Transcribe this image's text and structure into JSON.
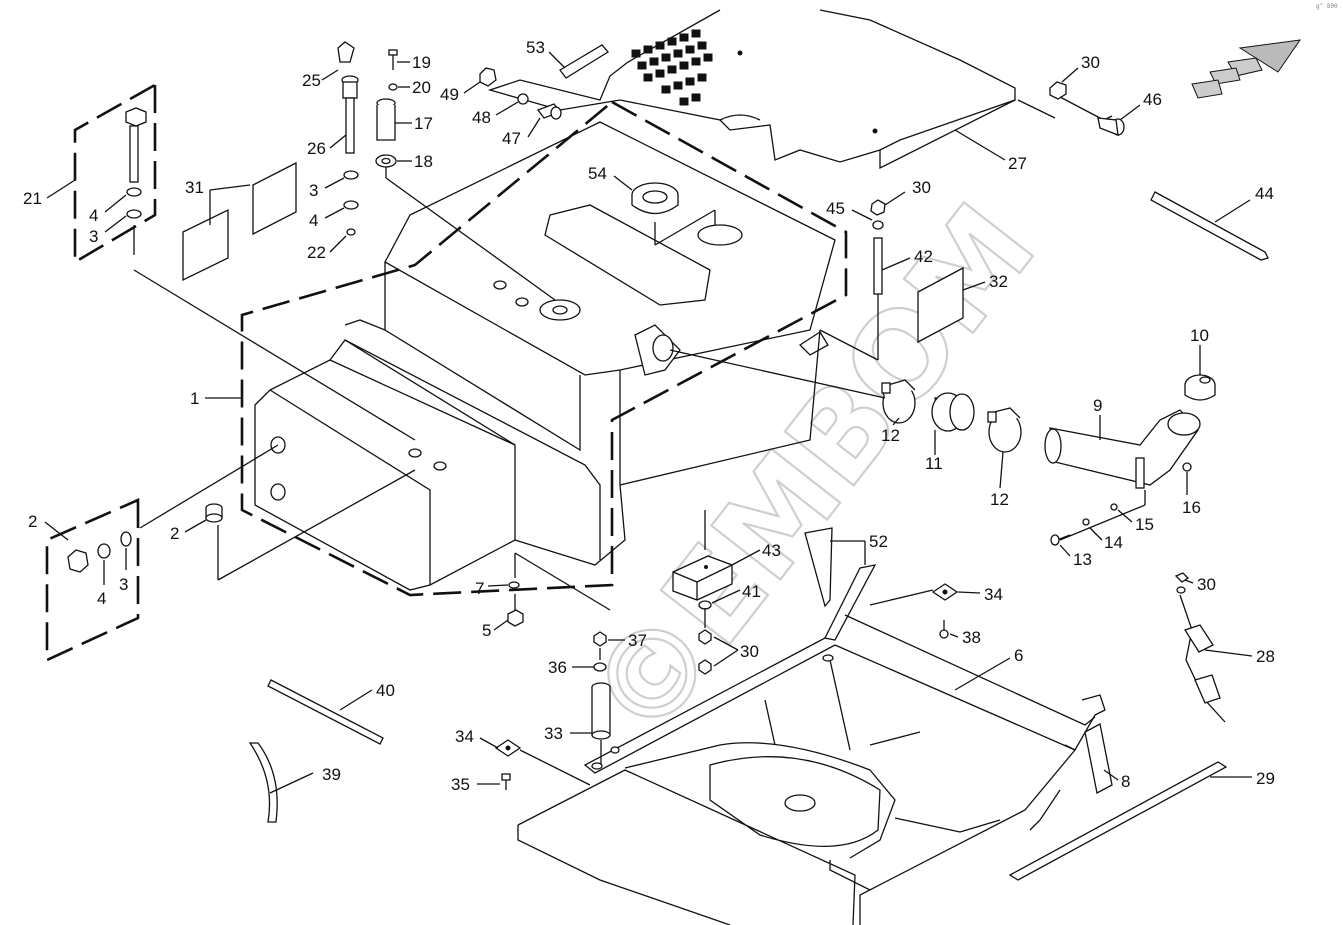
{
  "watermark": "©EMBOM",
  "corner_code": "g^ 800",
  "callouts": {
    "c1": "1",
    "c2a": "2",
    "c2b": "2",
    "c3a": "3",
    "c3b": "3",
    "c3c": "3",
    "c4a": "4",
    "c4b": "4",
    "c4c": "4",
    "c5": "5",
    "c6": "6",
    "c7": "7",
    "c8": "8",
    "c9": "9",
    "c10": "10",
    "c11": "11",
    "c12a": "12",
    "c12b": "12",
    "c13": "13",
    "c14": "14",
    "c15": "15",
    "c16": "16",
    "c17": "17",
    "c18": "18",
    "c19": "19",
    "c20": "20",
    "c21": "21",
    "c22": "22",
    "c25": "25",
    "c26": "26",
    "c27": "27",
    "c28": "28",
    "c29": "29",
    "c30a": "30",
    "c30b": "30",
    "c30c": "30",
    "c30d": "30",
    "c31": "31",
    "c32": "32",
    "c33": "33",
    "c34a": "34",
    "c34b": "34",
    "c35": "35",
    "c36": "36",
    "c37": "37",
    "c38": "38",
    "c39": "39",
    "c40": "40",
    "c41": "41",
    "c42": "42",
    "c43": "43",
    "c44": "44",
    "c45": "45",
    "c46": "46",
    "c47": "47",
    "c48": "48",
    "c49": "49",
    "c52": "52",
    "c53": "53",
    "c54": "54"
  }
}
